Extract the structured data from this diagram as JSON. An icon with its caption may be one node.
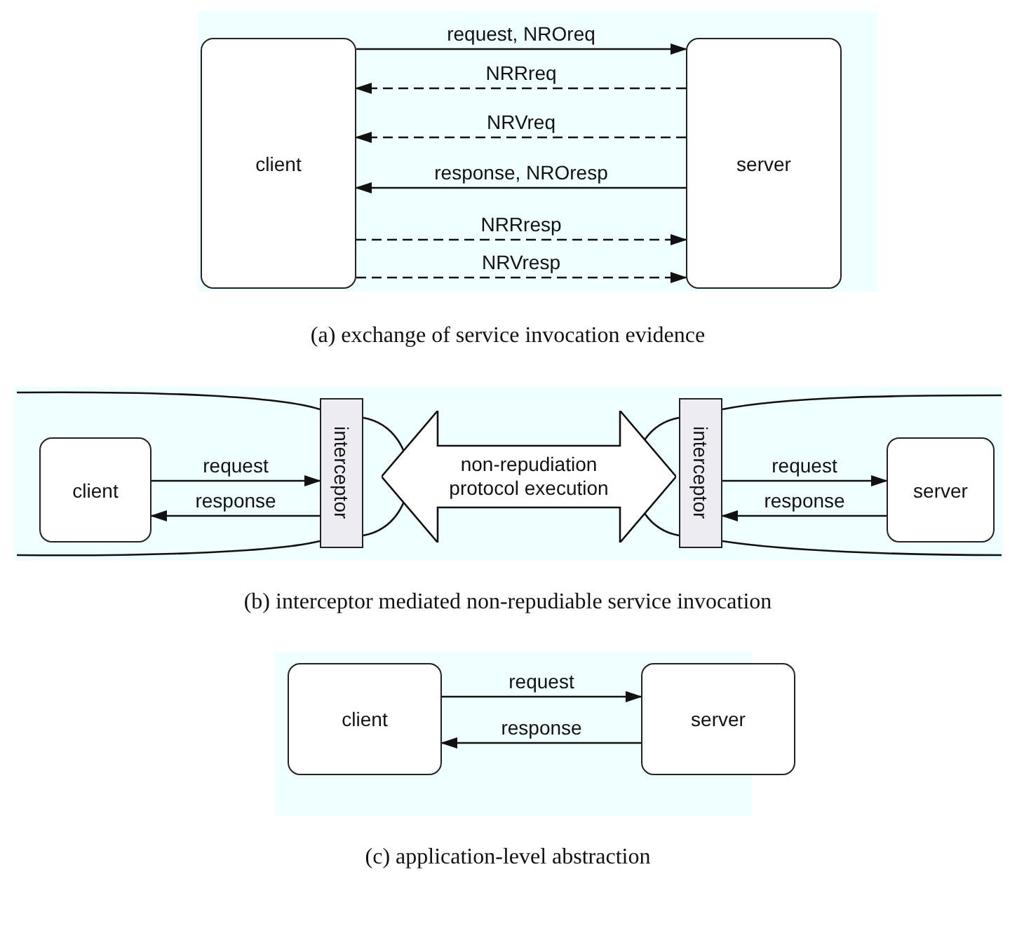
{
  "diagram": {
    "nodes": [
      {
        "text": [
          "client"
        ]
      },
      {
        "text": [
          "server"
        ]
      },
      {
        "text": [
          "client"
        ]
      },
      {
        "text": [
          "interceptor"
        ]
      },
      {
        "text": [
          "non-repudiation protocol execution"
        ]
      },
      {
        "text": [
          "interceptor"
        ]
      },
      {
        "text": [
          "server"
        ]
      },
      {
        "text": [
          "client"
        ]
      },
      {
        "text": [
          "server"
        ]
      }
    ],
    "edges": [
      {
        "from": 0,
        "to": 1,
        "arrow": "to",
        "label": "request, NROreq"
      },
      {
        "from": 1,
        "to": 0,
        "arrow": "to",
        "label": "NRRreq",
        "style": "dashed"
      },
      {
        "from": 1,
        "to": 0,
        "arrow": "to",
        "label": "NRVreq",
        "style": "dashed"
      },
      {
        "from": 1,
        "to": 0,
        "arrow": "to",
        "label": "response, NROresp"
      },
      {
        "from": 0,
        "to": 1,
        "arrow": "to",
        "label": "NRRresp",
        "style": "dashed"
      },
      {
        "from": 0,
        "to": 1,
        "arrow": "to",
        "label": "NRVresp",
        "style": "dashed"
      },
      {
        "from": 2,
        "to": 3,
        "arrow": "to",
        "label": "request"
      },
      {
        "from": 3,
        "to": 2,
        "arrow": "to",
        "label": "response"
      },
      {
        "from": 5,
        "to": 6,
        "arrow": "to",
        "label": "request"
      },
      {
        "from": 6,
        "to": 5,
        "arrow": "to",
        "label": "response"
      },
      {
        "from": 7,
        "to": 8,
        "arrow": "to",
        "label": "request"
      },
      {
        "from": 8,
        "to": 7,
        "arrow": "to",
        "label": "response"
      }
    ],
    "labels": [
      "(a) exchange of service invocation evidence",
      "(b) interceptor mediated non-repudiable service invocation",
      "(c) application-level abstraction"
    ]
  }
}
